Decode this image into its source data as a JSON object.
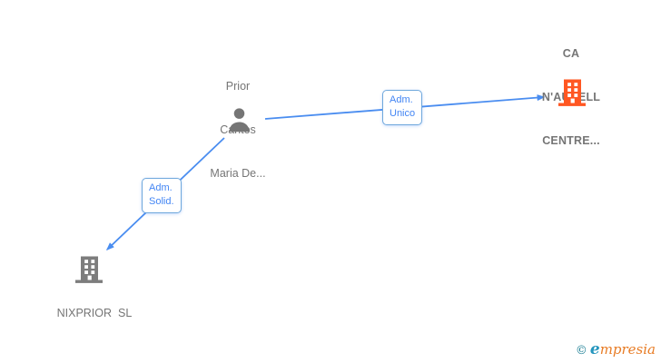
{
  "diagram": {
    "person": {
      "name_lines": [
        "Prior",
        "Cantos",
        "Maria De..."
      ]
    },
    "edges": [
      {
        "id": "adm-unico",
        "label_lines": [
          "Adm.",
          "Unico"
        ],
        "from": "person",
        "to": "ca-naurell"
      },
      {
        "id": "adm-solid",
        "label_lines": [
          "Adm.",
          "Solid."
        ],
        "from": "person",
        "to": "nixprior"
      }
    ],
    "companies": [
      {
        "id": "ca-naurell",
        "name_lines": [
          "CA",
          "N'AURELL",
          "CENTRE..."
        ],
        "icon_color": "#ff5722"
      },
      {
        "id": "nixprior",
        "name": "NIXPRIOR  SL",
        "icon_color": "#7d7d7d"
      }
    ],
    "colors": {
      "edge_blue": "#4a8df0",
      "edge_label_border": "#6fa8dc",
      "edge_label_text": "#4285f4",
      "node_text": "#757575",
      "company_accent_orange": "#ff5722",
      "icon_gray": "#7d7d7d"
    }
  },
  "footer": {
    "copyright_symbol": "©",
    "brand_first_letter": "e",
    "brand_rest": "mpresia"
  }
}
